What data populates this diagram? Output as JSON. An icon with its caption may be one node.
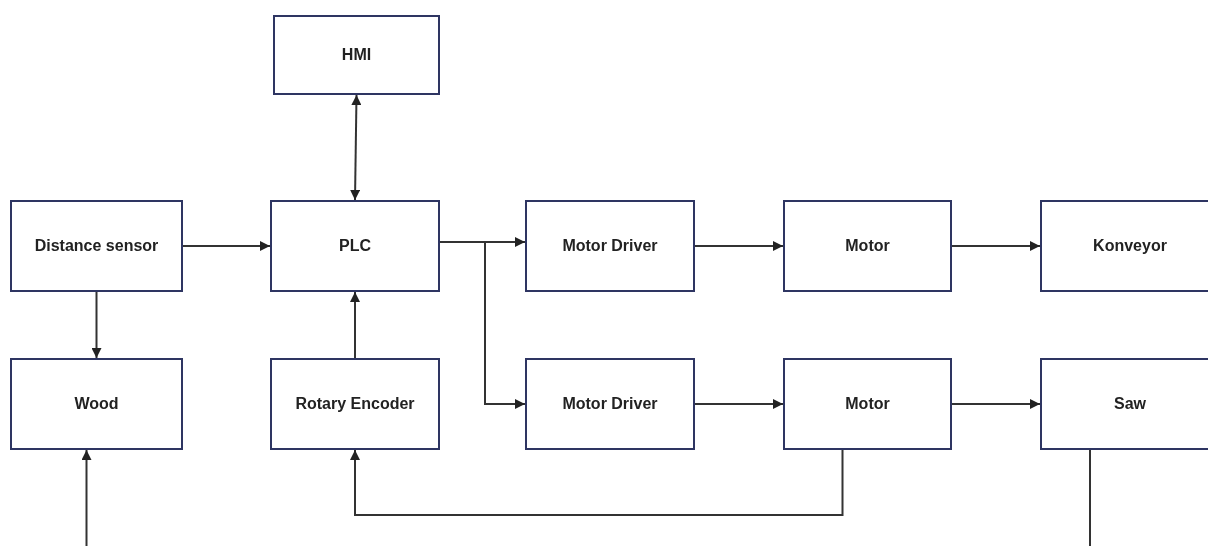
{
  "diagram": {
    "nodes": [
      {
        "text": [
          "HMI"
        ]
      },
      {
        "text": [
          "Distance sensor"
        ]
      },
      {
        "text": [
          "PLC"
        ]
      },
      {
        "text": [
          "Motor Driver"
        ]
      },
      {
        "text": [
          "Motor"
        ]
      },
      {
        "text": [
          "Konveyor"
        ]
      },
      {
        "text": [
          "Wood"
        ]
      },
      {
        "text": [
          "Rotary Encoder"
        ]
      },
      {
        "text": [
          "Motor Driver"
        ]
      },
      {
        "text": [
          "Motor"
        ]
      },
      {
        "text": [
          "Saw"
        ]
      }
    ],
    "edges": [
      {
        "from": 2,
        "to": 0,
        "arrow": "both"
      },
      {
        "from": 1,
        "to": 2,
        "arrow": "to"
      },
      {
        "from": 1,
        "to": 6,
        "arrow": "to"
      },
      {
        "from": 2,
        "to": 3,
        "arrow": "to"
      },
      {
        "from": 2,
        "to": 8,
        "arrow": "to"
      },
      {
        "from": 3,
        "to": 4,
        "arrow": "to"
      },
      {
        "from": 4,
        "to": 5,
        "arrow": "to"
      },
      {
        "from": 7,
        "to": 2,
        "arrow": "to"
      },
      {
        "from": 8,
        "to": 9,
        "arrow": "to"
      },
      {
        "from": 9,
        "to": 10,
        "arrow": "to"
      },
      {
        "from": 9,
        "to": 7,
        "arrow": "to"
      },
      {
        "from": null,
        "to": 6,
        "arrow": "to"
      },
      {
        "from": 10,
        "to": null,
        "arrow": "none"
      }
    ]
  }
}
